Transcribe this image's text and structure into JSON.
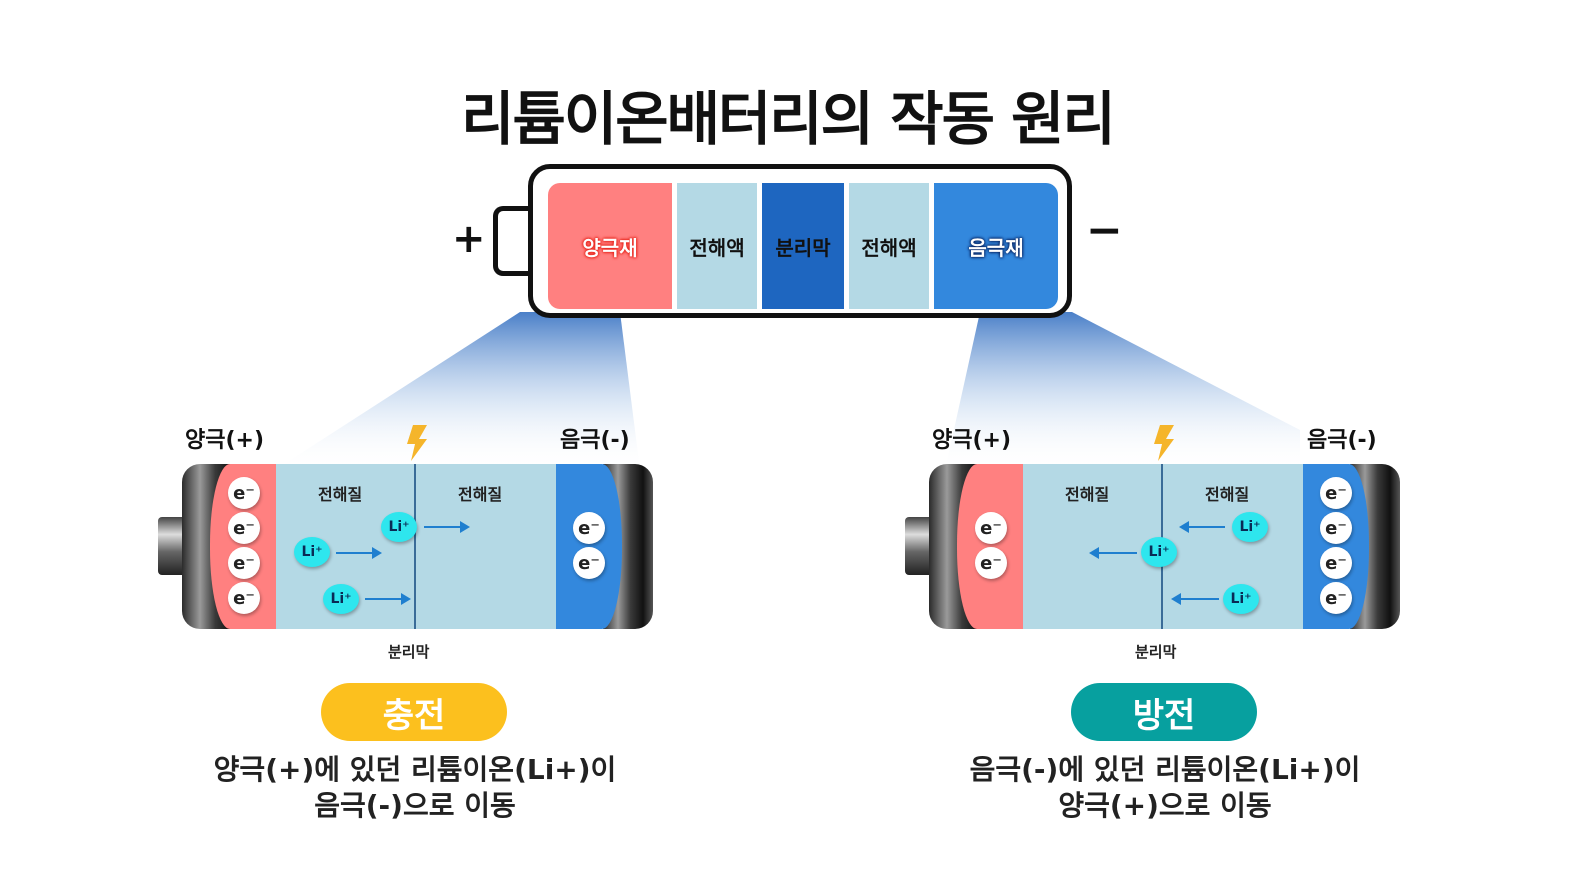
{
  "title": "리튬이온배터리의 작동 원리",
  "overview_battery": {
    "plus_symbol": "+",
    "minus_symbol": "−",
    "layers": [
      {
        "label": "양극재",
        "color": "#ff8080",
        "text_color": "#e8241a"
      },
      {
        "label": "전해액",
        "color": "#b4d9e5",
        "text_color": "#111111"
      },
      {
        "label": "분리막",
        "color": "#1e66c0",
        "text_color": "#111111"
      },
      {
        "label": "전해액",
        "color": "#b4d9e5",
        "text_color": "#111111"
      },
      {
        "label": "음극재",
        "color": "#3388dd",
        "text_color": "#0a2a6a"
      }
    ]
  },
  "charge": {
    "cathode_label": "양극(+)",
    "anode_label": "음극(-)",
    "electrolyte_left": "전해질",
    "electrolyte_right": "전해질",
    "separator_label": "분리막",
    "electron_symbol": "e⁻",
    "ion_symbol": "Li⁺",
    "cathode_electron_count": 4,
    "anode_electron_count": 2,
    "ion_direction": "right",
    "badge": "충전",
    "badge_color": "#fcc01e",
    "description_line1": "양극(+)에 있던 리튬이온(Li+)이",
    "description_line2": "음극(-)으로 이동"
  },
  "discharge": {
    "cathode_label": "양극(+)",
    "anode_label": "음극(-)",
    "electrolyte_left": "전해질",
    "electrolyte_right": "전해질",
    "separator_label": "분리막",
    "electron_symbol": "e⁻",
    "ion_symbol": "Li⁺",
    "cathode_electron_count": 2,
    "anode_electron_count": 4,
    "ion_direction": "left",
    "badge": "방전",
    "badge_color": "#07a09f",
    "description_line1": "음극(-)에 있던 리튬이온(Li+)이",
    "description_line2": "양극(+)으로 이동"
  },
  "colors": {
    "cathode": "#ff8080",
    "electrolyte": "#b4d9e5",
    "anode": "#3388dd",
    "ion": "#2ee6ee",
    "arrow": "#1f7fcf",
    "bolt": "#f5b52b"
  }
}
